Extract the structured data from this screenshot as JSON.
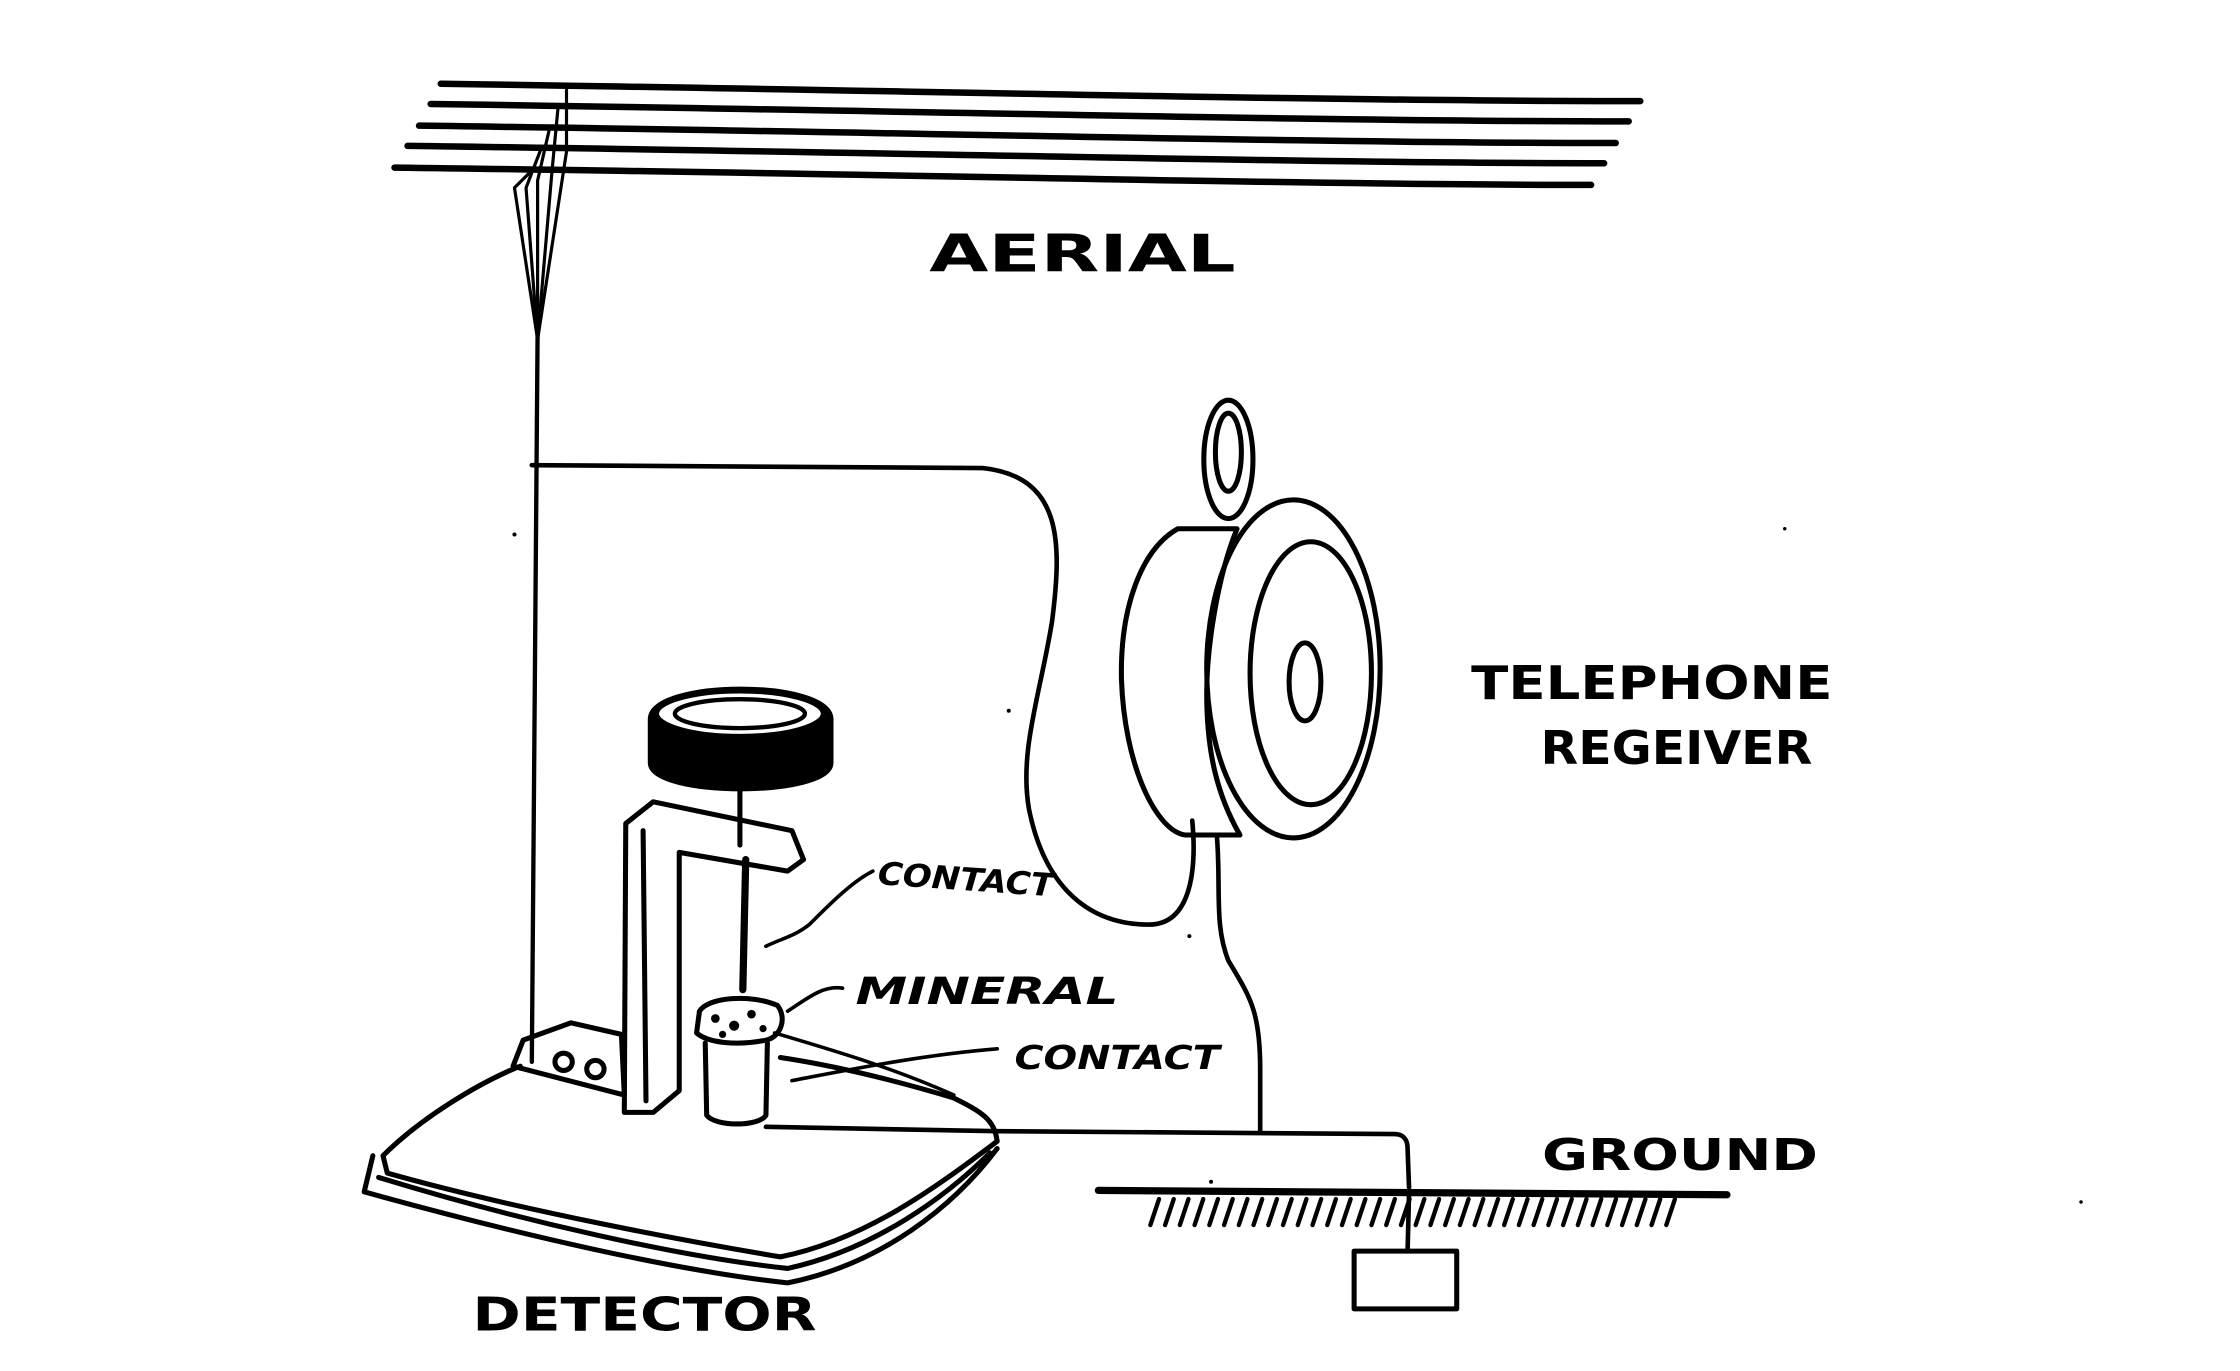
{
  "diagram": {
    "type": "crystal radio receiver schematic illustration",
    "colors": {
      "ink": "#000000",
      "background": "#ffffff"
    },
    "labels": {
      "aerial": "AERIAL",
      "telephone_receiver_line1": "TELEPHONE",
      "telephone_receiver_line2": "REGEIVER",
      "contact_upper": "CONTACT",
      "mineral": "MINERAL",
      "contact_lower": "CONTACT",
      "ground": "GROUND",
      "detector": "DETECTOR"
    },
    "components": [
      {
        "id": "aerial",
        "description": "five parallel horizontal antenna wires joined by a lead-in"
      },
      {
        "id": "detector",
        "description": "crystal detector on a base with adjustment knob, catwhisker contact and mineral cup"
      },
      {
        "id": "telephone_receiver",
        "description": "single earpiece receiver with hanging ring"
      },
      {
        "id": "ground",
        "description": "ground line with hatching and buried ground plate"
      }
    ],
    "connections": [
      [
        "aerial",
        "detector"
      ],
      [
        "aerial",
        "telephone_receiver"
      ],
      [
        "telephone_receiver",
        "ground"
      ],
      [
        "detector",
        "ground"
      ]
    ]
  }
}
